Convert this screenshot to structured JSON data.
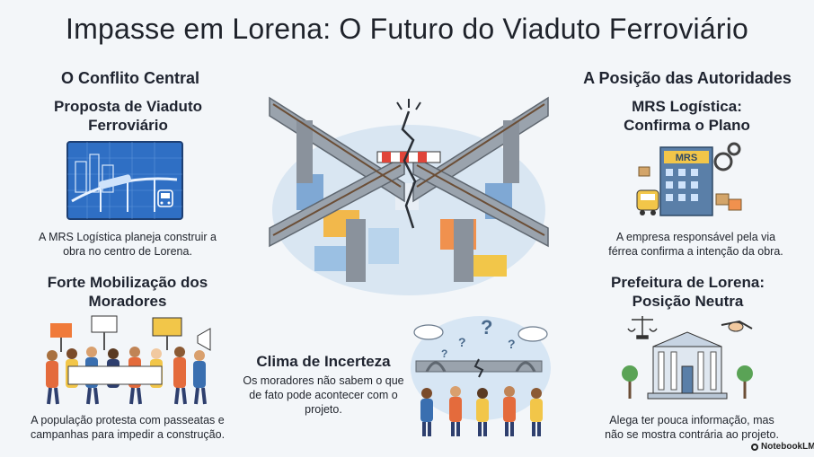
{
  "title": "Impasse em Lorena: O Futuro do Viaduto Ferroviário",
  "left": {
    "heading": "O Conflito Central",
    "proposal": {
      "title": "Proposta de Viaduto Ferroviário",
      "text": "A MRS Logística planeja construir a obra no centro de Lorena."
    },
    "mobilization": {
      "title": "Forte Mobilização dos Moradores",
      "text": "A população protesta com passeatas e campanhas para impedir a construção."
    }
  },
  "center": {
    "uncertainty": {
      "title": "Clima de Incerteza",
      "text": "Os moradores não sabem o que de fato pode acontecer com o projeto."
    },
    "mrs_sign": "MRS"
  },
  "right": {
    "heading": "A Posição das Autoridades",
    "mrs": {
      "title": "MRS Logística: Confirma o Plano",
      "text": "A empresa responsável pela via férrea confirma a intenção da obra."
    },
    "prefeitura": {
      "title": "Prefeitura de Lorena: Posição Neutra",
      "text": "Alega ter pouca informação, mas não se mostra contrária ao projeto."
    }
  },
  "footer": {
    "brand": "NotebookLM"
  },
  "colors": {
    "background": "#f3f6f9",
    "blueprint": "#2f6fc4",
    "bridge": "#8a929c",
    "barrier_red": "#e0453a",
    "building_blue": "#5a7fa8"
  }
}
